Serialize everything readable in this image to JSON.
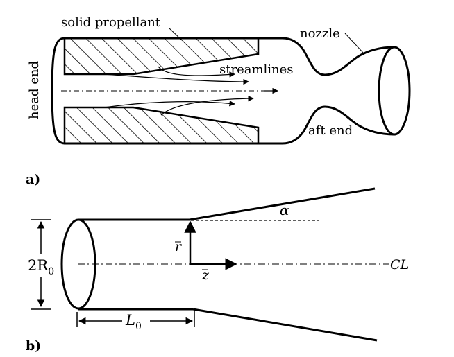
{
  "panel_a": {
    "label": "a)",
    "head_end": "head end",
    "solid_propellant": "solid propellant",
    "nozzle": "nozzle",
    "streamlines": "streamlines",
    "aft_end": "aft end"
  },
  "panel_b": {
    "label": "b)",
    "alpha": "α",
    "r_bar": "r",
    "z_bar": "z",
    "centerline": "CL",
    "diameter_main": "2R",
    "diameter_sub": "0",
    "length_main": "L",
    "length_sub": "0"
  }
}
